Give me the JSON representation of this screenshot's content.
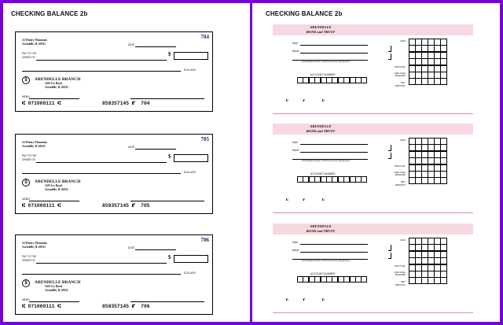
{
  "panels": {
    "left_title": "CHECKING BALANCE 2b",
    "right_title": "CHECKING BALANCE 2b"
  },
  "check_template": {
    "owner_lines": [
      "14 Wintry Mountain",
      "Arendelle, IL 60511"
    ],
    "date_label": "DATE",
    "pay_label_lines": [
      "PAY TO THE",
      "ORDER OF"
    ],
    "currency_symbol": "$",
    "dollars_label": "DOLLARS",
    "logo_symbol": "$",
    "bank_name": "ARENDELLE BRANCH",
    "bank_address_lines": [
      "1425 Icy Road",
      "Arendelle, IL 60511"
    ],
    "memo_label": "MEMO",
    "routing_micr": "⑆ 071000111 ⑆",
    "account_micr": "859357145 ⑈"
  },
  "checks": [
    {
      "number": "704"
    },
    {
      "number": "705"
    },
    {
      "number": "706"
    }
  ],
  "deposit_template": {
    "bank_name_lines": [
      "ARENDELLE",
      "BANK and TRUST"
    ],
    "date_label": "Date",
    "name_label": "Name",
    "ack_label": "Acknowledge Receipt of Cash Received by Signing Above",
    "account_number_label": "ACCOUNT NUMBER",
    "micr_left": "⑆",
    "micr_right": "⑈",
    "cash_label": "CASH",
    "subtotal_label": "SUB TOTAL",
    "less_cash_lines": [
      "LESS CASH",
      "RECEIVED"
    ],
    "net_deposit_lines": [
      "NET",
      "DEPOSIT"
    ]
  },
  "deposit_slips": [
    {
      "id": 1
    },
    {
      "id": 2
    },
    {
      "id": 3
    }
  ]
}
